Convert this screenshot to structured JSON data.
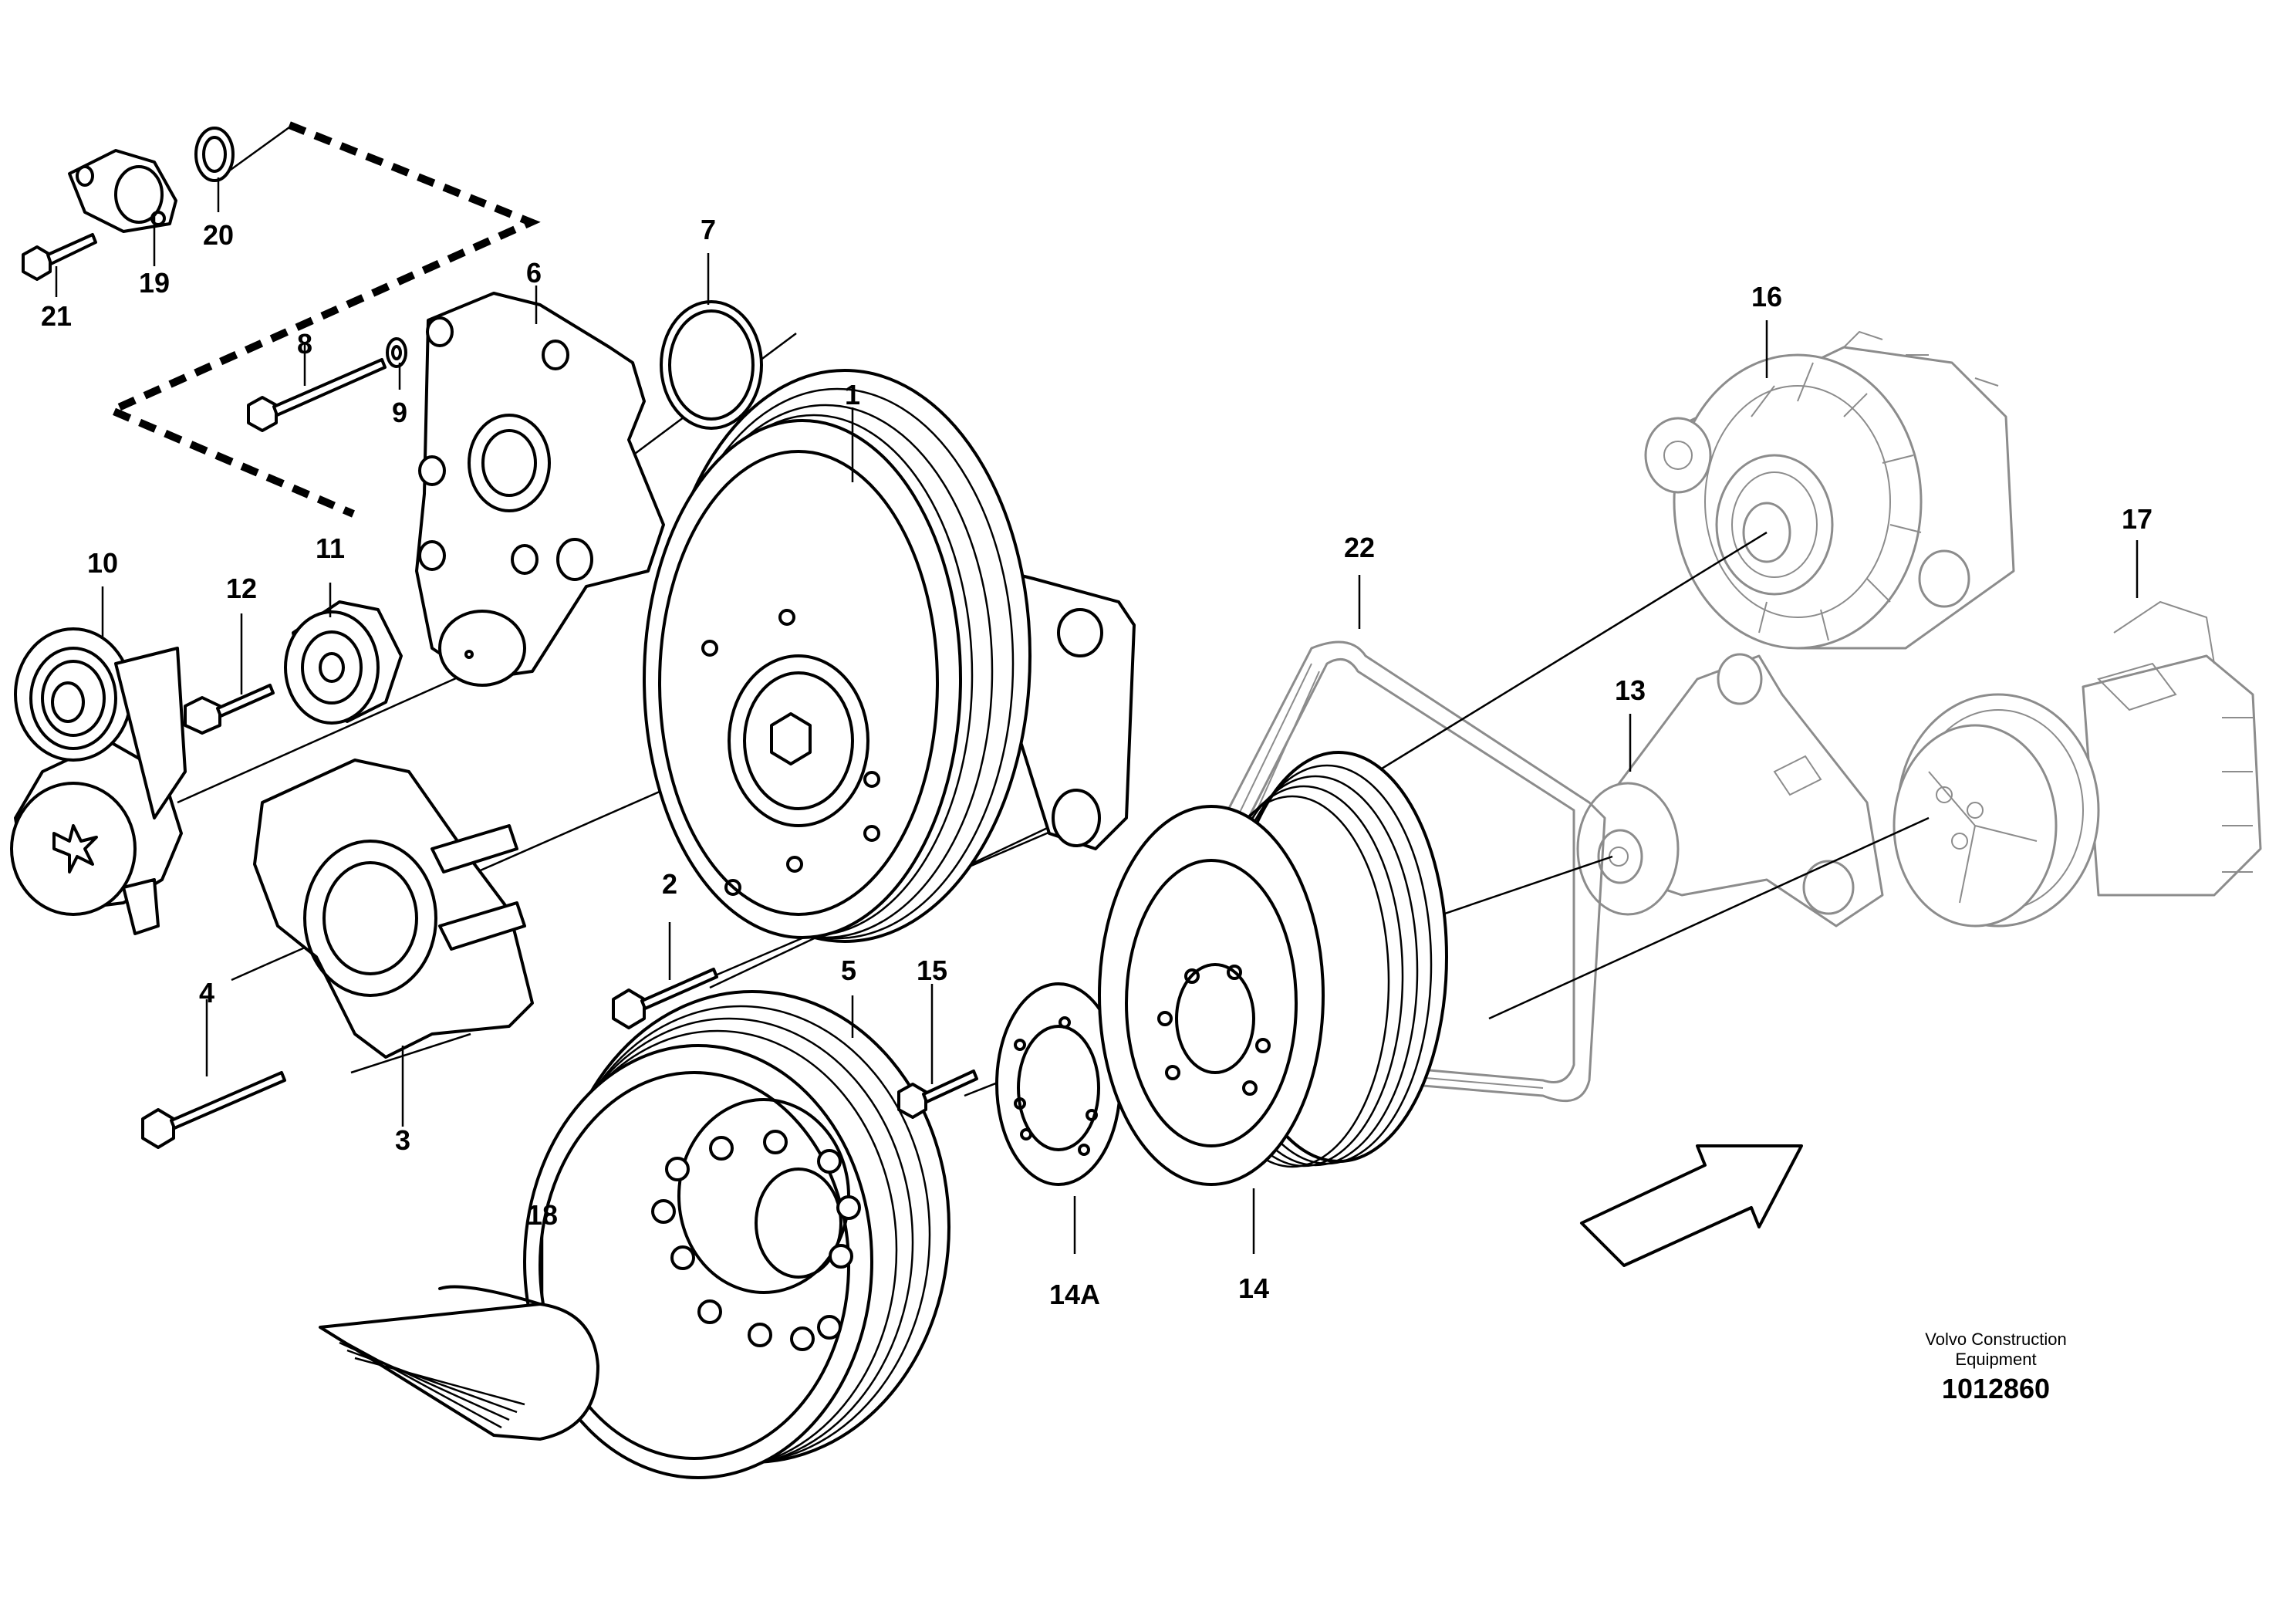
{
  "callouts": [
    {
      "id": "1",
      "text": "1"
    },
    {
      "id": "2",
      "text": "2"
    },
    {
      "id": "3",
      "text": "3"
    },
    {
      "id": "4",
      "text": "4"
    },
    {
      "id": "5",
      "text": "5"
    },
    {
      "id": "6",
      "text": "6"
    },
    {
      "id": "7",
      "text": "7"
    },
    {
      "id": "8",
      "text": "8"
    },
    {
      "id": "9",
      "text": "9"
    },
    {
      "id": "10",
      "text": "10"
    },
    {
      "id": "11",
      "text": "11"
    },
    {
      "id": "12",
      "text": "12"
    },
    {
      "id": "13",
      "text": "13"
    },
    {
      "id": "14",
      "text": "14"
    },
    {
      "id": "14A",
      "text": "14A"
    },
    {
      "id": "15",
      "text": "15"
    },
    {
      "id": "16",
      "text": "16"
    },
    {
      "id": "17",
      "text": "17"
    },
    {
      "id": "18",
      "text": "18"
    },
    {
      "id": "19",
      "text": "19"
    },
    {
      "id": "20",
      "text": "20"
    },
    {
      "id": "21",
      "text": "21"
    },
    {
      "id": "22",
      "text": "22"
    }
  ],
  "footer": {
    "brand_line1": "Volvo Construction",
    "brand_line2": "Equipment",
    "drawing_number": "1012860"
  }
}
